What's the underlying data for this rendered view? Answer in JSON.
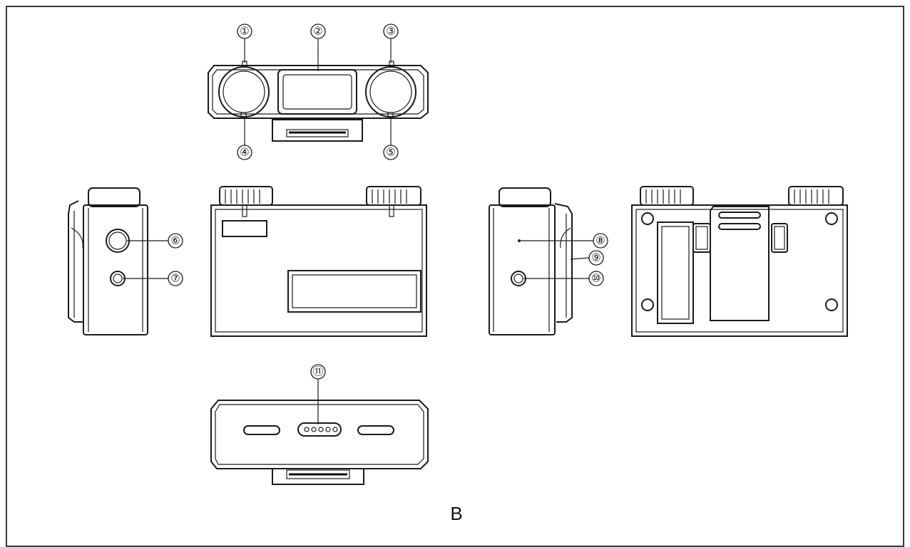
{
  "figure": {
    "label": "B",
    "callouts": [
      "①",
      "②",
      "③",
      "④",
      "⑤",
      "⑥",
      "⑦",
      "⑧",
      "⑨",
      "⑩",
      "⑪"
    ]
  }
}
